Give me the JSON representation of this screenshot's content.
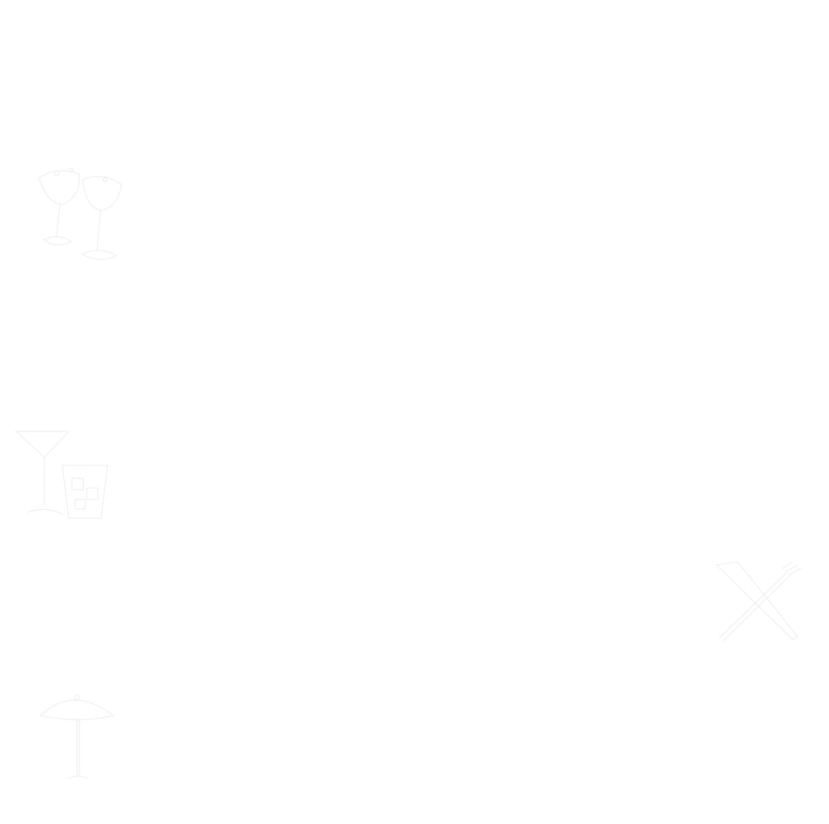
{
  "page": {
    "background": "#ffffff",
    "illustration_color": "#ececec"
  },
  "illustrations": [
    {
      "name": "champagne-glasses-toast",
      "icon": "champagne-glasses-icon"
    },
    {
      "name": "cocktail-glass",
      "icon": "cocktail-icon"
    },
    {
      "name": "crossed-cutlery",
      "icon": "fork-knife-icon"
    },
    {
      "name": "wine-glass-cloche",
      "icon": "cloche-icon"
    }
  ]
}
